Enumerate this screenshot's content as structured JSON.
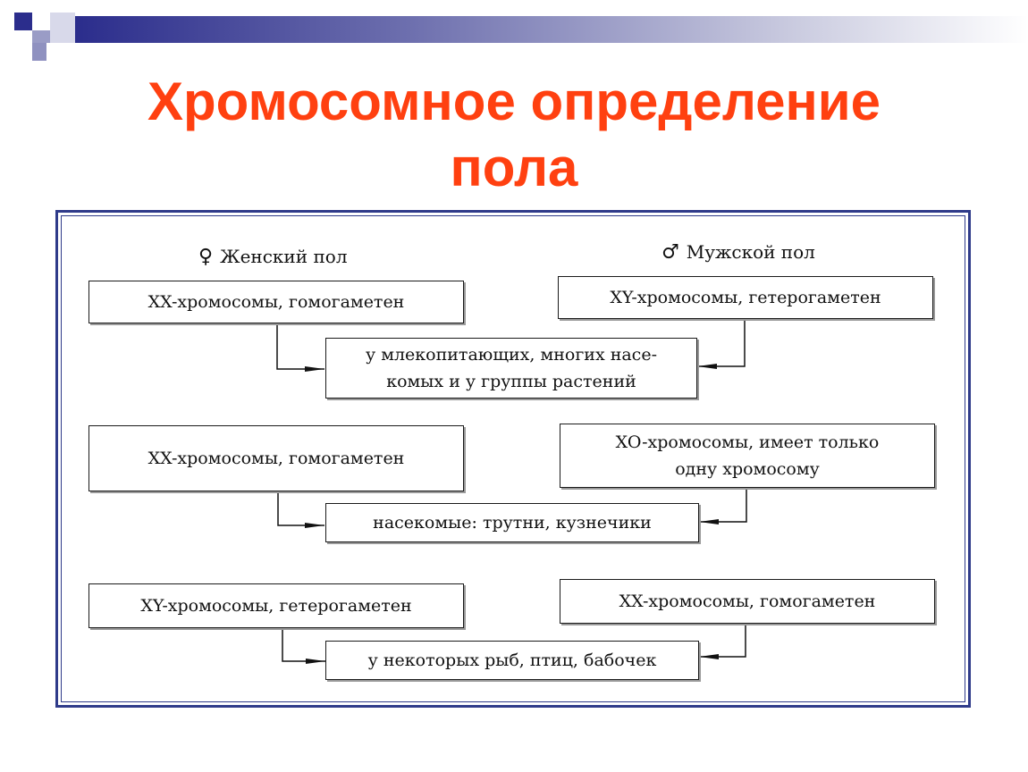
{
  "slide": {
    "title_line1": "Хромосомное определение",
    "title_line2": "пола",
    "title_color": "#ff4010",
    "frame_color": "#2f3b8a"
  },
  "headers": {
    "female_symbol": "♀",
    "female_label": "Женский пол",
    "male_symbol": "♂",
    "male_label": "Мужской пол"
  },
  "rows": [
    {
      "female": "XX-хромосомы, гомогаметен",
      "male": "XY-хромосомы, гетерогаметен",
      "result_line1": "у млекопитающих, многих насе-",
      "result_line2": "комых и у группы растений"
    },
    {
      "female": "XX-хромосомы, гомогаметен",
      "male_line1": "XO-хромосомы, имеет только",
      "male_line2": "одну хромосому",
      "result": "насекомые: трутни, кузнечики"
    },
    {
      "female": "XY-хромосомы, гетерогаметен",
      "male": "XX-хромосомы, гомогаметен",
      "result": "у некоторых рыб, птиц, бабочек"
    }
  ]
}
